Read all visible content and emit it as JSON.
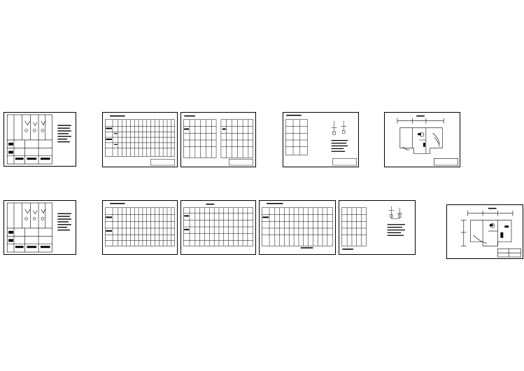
{
  "view": {
    "background": "#ffffff",
    "line_color": "#000000"
  },
  "sheets": [
    {
      "id": "row1-schedule-a",
      "kind": "schedule"
    },
    {
      "id": "row1-table-wide-a",
      "kind": "table"
    },
    {
      "id": "row1-table-wide-b",
      "kind": "table"
    },
    {
      "id": "row1-system-diagram",
      "kind": "diagram"
    },
    {
      "id": "row1-floor-plan",
      "kind": "plan"
    },
    {
      "id": "row2-schedule-b",
      "kind": "schedule"
    },
    {
      "id": "row2-table-wide-c",
      "kind": "table"
    },
    {
      "id": "row2-table-wide-d",
      "kind": "table"
    },
    {
      "id": "row2-table-wide-e",
      "kind": "table"
    },
    {
      "id": "row2-table-diagram",
      "kind": "diagram"
    },
    {
      "id": "row2-floor-plan",
      "kind": "plan"
    }
  ]
}
